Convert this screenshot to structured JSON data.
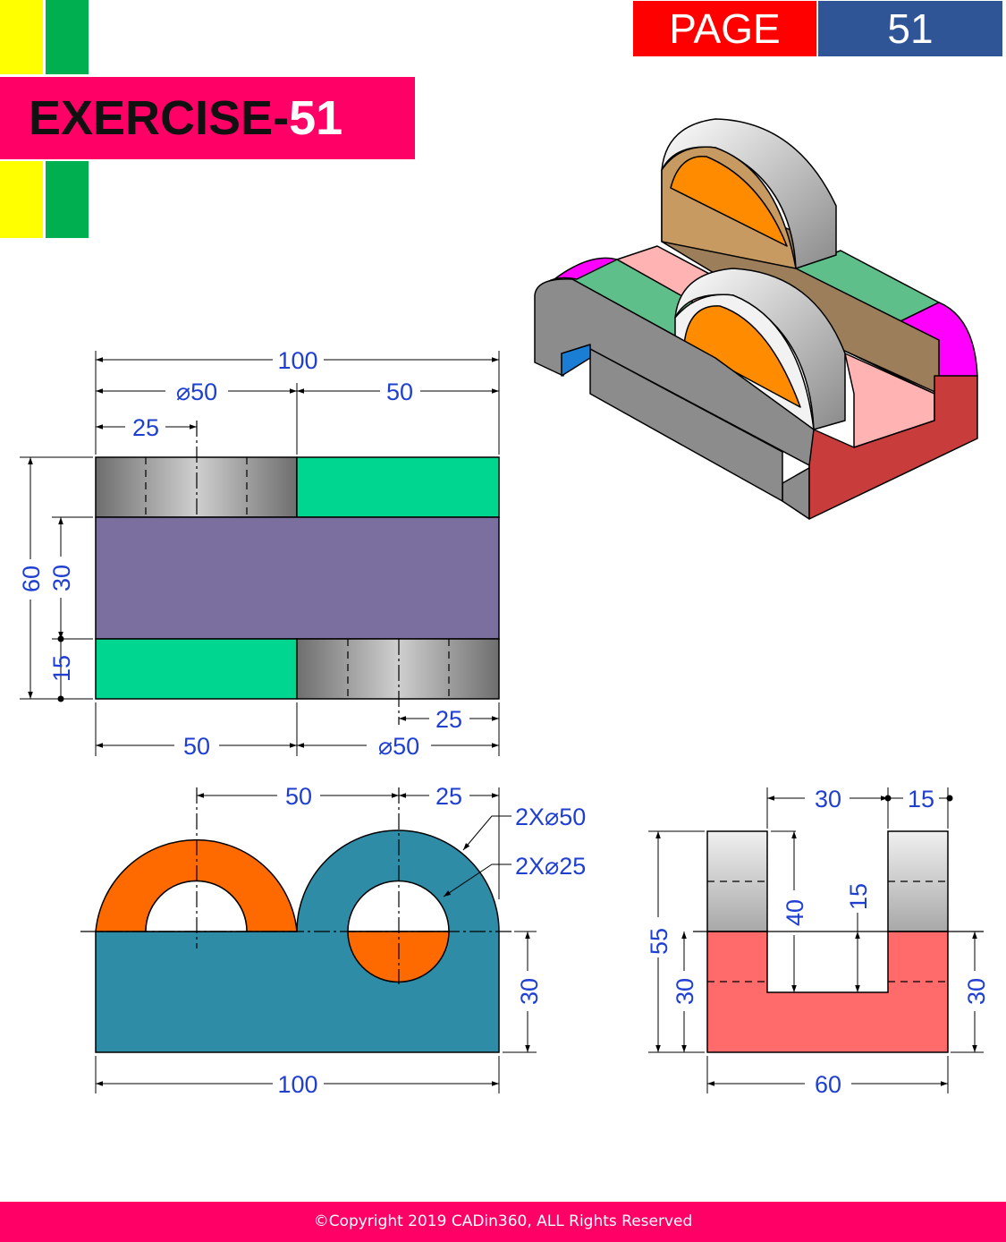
{
  "header": {
    "page_label": "PAGE",
    "page_number": "51",
    "exercise_word": "EXERCISE-",
    "exercise_number": "51"
  },
  "footer": {
    "copyright": "©Copyright 2019 CADin360, ALL Rights Reserved"
  },
  "top_view": {
    "overall_width": "100",
    "hole_diameter_left": "⌀50",
    "right_width": "50",
    "hole_center_offset": "25",
    "overall_depth": "60",
    "center_depth": "30",
    "bottom_depth": "15",
    "bottom_left_width": "50",
    "bottom_hole_diameter": "⌀50",
    "bottom_hole_center": "25"
  },
  "front_view": {
    "center_spacing": "50",
    "right_offset": "25",
    "outer_callout": "2X⌀50",
    "inner_callout": "2X⌀25",
    "base_height": "30",
    "overall_width": "100"
  },
  "side_view": {
    "slot_width": "30",
    "wall_thickness": "15",
    "overall_height": "55",
    "base_height_left": "30",
    "slot_depth": "40",
    "slot_bottom": "15",
    "base_height_right": "30",
    "overall_width": "60"
  },
  "colors": {
    "banner": "#ff0066",
    "page_label_bg": "#ff0000",
    "page_number_bg": "#2f5597",
    "dimension_text": "#1f3fd0",
    "teal": "#2e8ca6",
    "orange": "#ff6a00",
    "purple": "#7b6fa0",
    "mint": "#00d68f",
    "salmon": "#ff6b6b"
  }
}
